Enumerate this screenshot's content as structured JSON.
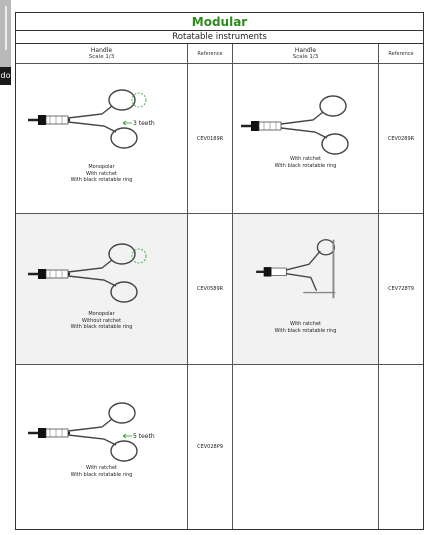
{
  "sidebar": {
    "logo": "do"
  },
  "title": "Modular",
  "subtitle": "Rotatable instruments",
  "header": {
    "handle": "Handle",
    "scale": "Scale 1/3",
    "reference": "Reference"
  },
  "items": [
    {
      "ref": "CEV0189R",
      "teeth": "3 teeth",
      "lines": [
        "Monopolar",
        "With ratchet",
        "With black rotatable ring"
      ]
    },
    {
      "ref": "CEV0289R",
      "lines": [
        "With ratchet",
        "With black rotatable ring"
      ]
    },
    {
      "ref": "CEV0589R",
      "lines": [
        "Monopolar",
        "Without ratchet",
        "With black rotatable ring"
      ]
    },
    {
      "ref": "CEV728T9",
      "lines": [
        "With ratchet",
        "With black rotatable ring"
      ]
    },
    {
      "ref": "CEV028P9",
      "teeth": "5 teeth",
      "lines": [
        "With ratchet",
        "With black rotatable ring"
      ]
    }
  ]
}
